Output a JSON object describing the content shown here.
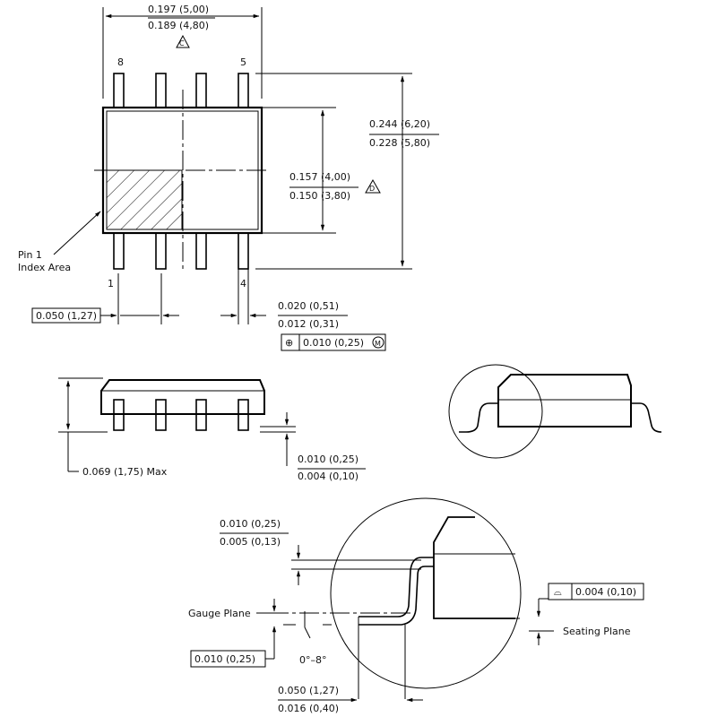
{
  "top_view": {
    "body_width": {
      "max": "0.197 (5,00)",
      "min": "0.189 (4,80)",
      "note": "C"
    },
    "total_width": {
      "max": "0.244 (6,20)",
      "min": "0.228 (5,80)"
    },
    "body_length": {
      "max": "0.157 (4,00)",
      "min": "0.150 (3,80)",
      "note": "D"
    },
    "pin_labels": {
      "p8": "8",
      "p5": "5",
      "p1": "1",
      "p4": "4"
    },
    "pin1_index_label": [
      "Pin 1",
      "Index Area"
    ],
    "pitch": "0.050 (1,27)",
    "lead_width": {
      "max": "0.020 (0,51)",
      "min": "0.012 (0,31)"
    },
    "position_tolerance": {
      "symbol": "⊕",
      "value": "0.010 (0,25)",
      "modifier": "M"
    }
  },
  "side_view": {
    "height": "0.069 (1,75) Max",
    "standoff": {
      "max": "0.010 (0,25)",
      "min": "0.004 (0,10)"
    }
  },
  "detail_view": {
    "lead_thickness": {
      "max": "0.010 (0,25)",
      "min": "0.005 (0,13)"
    },
    "gauge_plane_label": "Gauge Plane",
    "seating_plane_label": "Seating Plane",
    "gauge_offset": "0.010 (0,25)",
    "angle": "0°–8°",
    "coplanarity": {
      "symbol": "⌓",
      "value": "0.004 (0,10)"
    },
    "foot_length": {
      "max": "0.050 (1,27)",
      "min": "0.016 (0,40)"
    }
  }
}
